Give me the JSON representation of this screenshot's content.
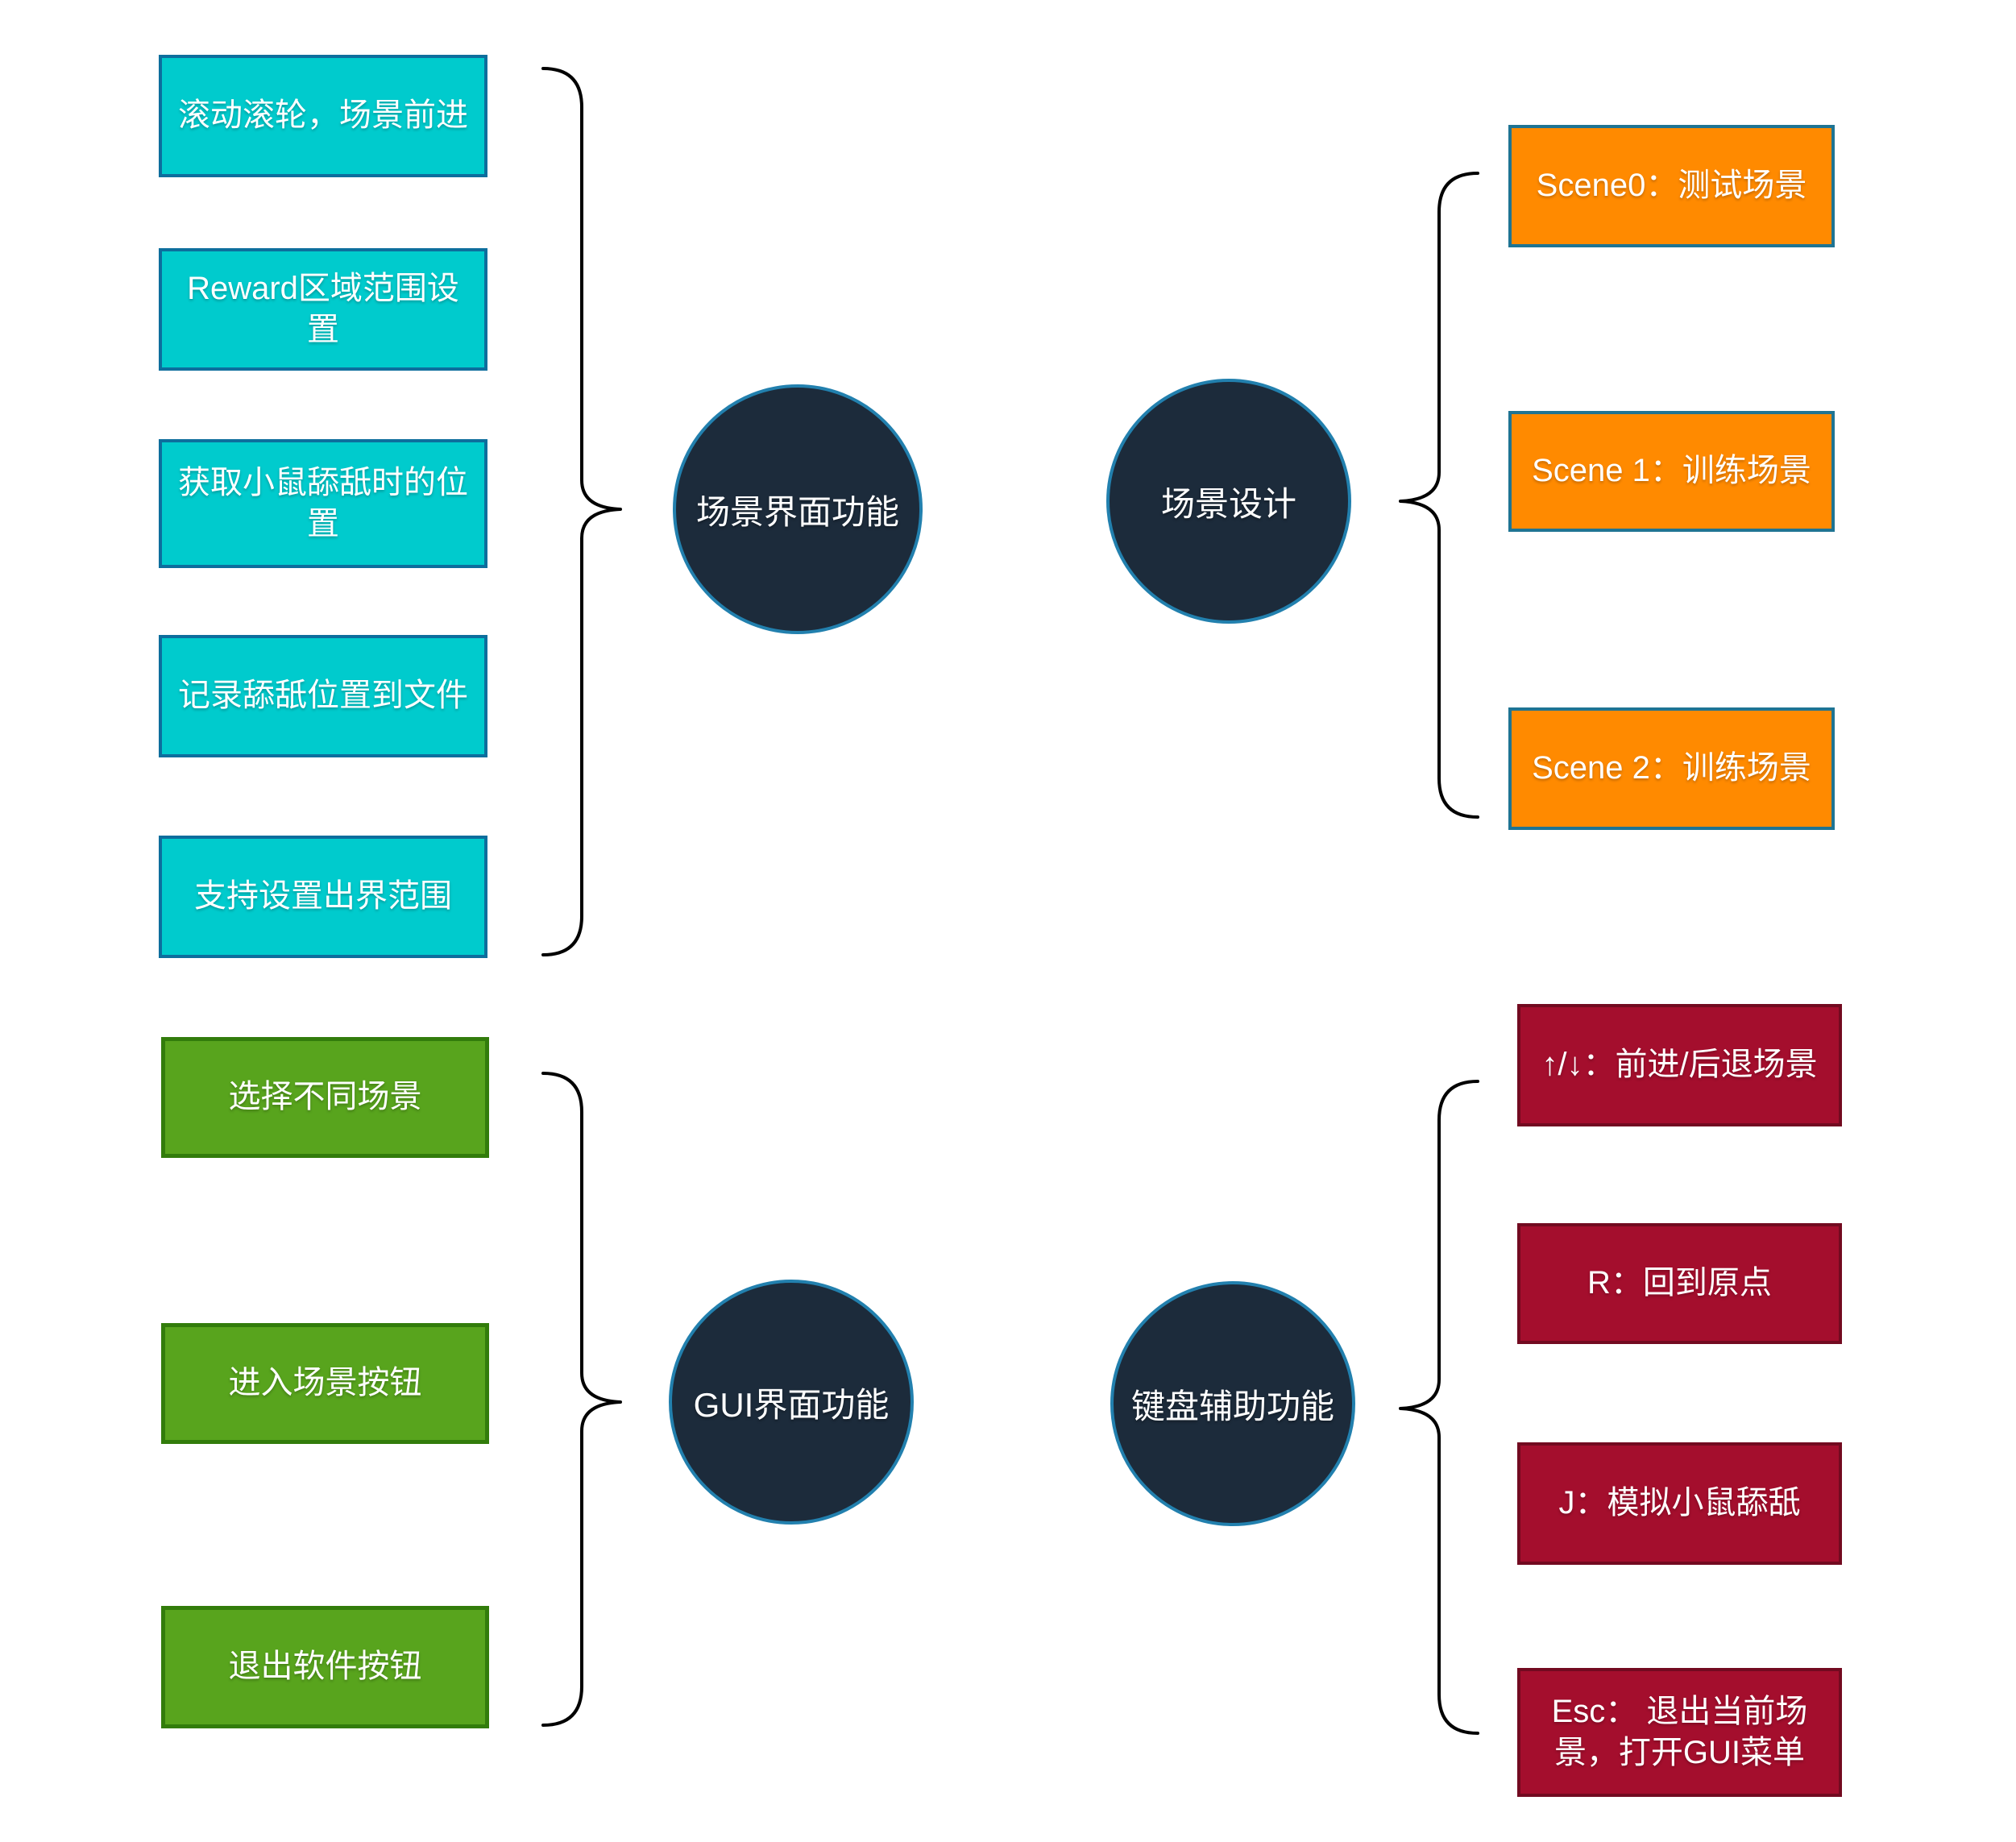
{
  "diagram_title": "",
  "colors": {
    "background": "#ffffff",
    "cyan_fill": "#00CBCD",
    "cyan_border": "#0D6E9D",
    "orange_fill": "#FF8A00",
    "orange_border": "#1F7493",
    "green_fill": "#58A41D",
    "green_border": "#327C0B",
    "red_fill": "#A40E2D",
    "red_border": "#720A20",
    "hub_fill": "#1C2B3B",
    "hub_border": "#2280AE",
    "brace_stroke": "#000000",
    "text": "#ffffff"
  },
  "groups": {
    "scene_interface": {
      "hub": "场景界面功能",
      "items": [
        "滚动滚轮，场景前进",
        "Reward区域范围设置",
        "获取小鼠舔舐时的位置",
        "记录舔舐位置到文件",
        "支持设置出界范围"
      ]
    },
    "scene_design": {
      "hub": "场景设计",
      "items": [
        "Scene0：测试场景",
        "Scene 1：训练场景",
        "Scene 2：训练场景"
      ]
    },
    "gui": {
      "hub": "GUI界面功能",
      "items": [
        "选择不同场景",
        "进入场景按钮",
        "退出软件按钮"
      ]
    },
    "keyboard": {
      "hub": "键盘辅助功能",
      "items": [
        "↑/↓：前进/后退场景",
        "R：回到原点",
        "J：模拟小鼠舔舐",
        "Esc： 退出当前场景，打开GUI菜单"
      ]
    }
  }
}
